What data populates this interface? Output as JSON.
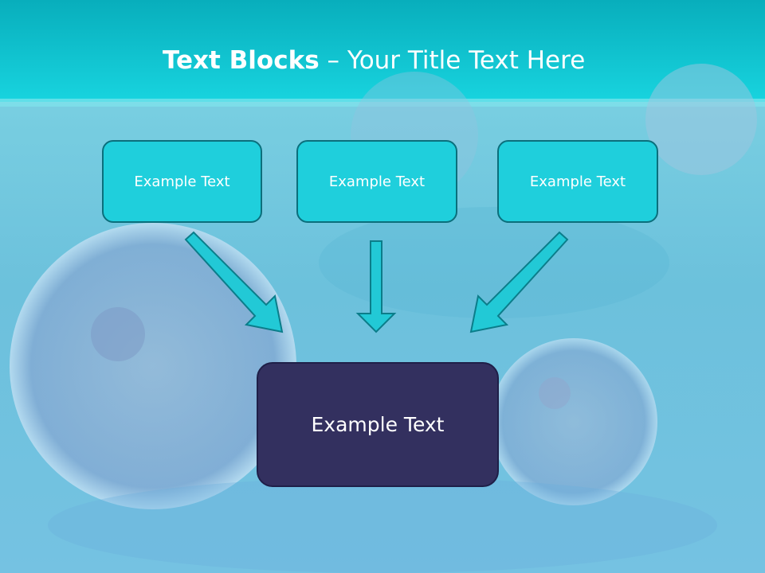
{
  "slide": {
    "title_bold": "Text Blocks",
    "title_sep": " – ",
    "title_rest": "Your Title Text Here"
  },
  "diagram": {
    "top_boxes": [
      "Example Text",
      "Example Text",
      "Example Text"
    ],
    "bottom_box": "Example Text"
  },
  "colors": {
    "header_band": "#0fc6d2",
    "background": "#5fb4d4",
    "top_box_fill": "#1fcfdc",
    "bottom_box_fill": "#33305f",
    "arrow_fill": "#22c9d6"
  }
}
